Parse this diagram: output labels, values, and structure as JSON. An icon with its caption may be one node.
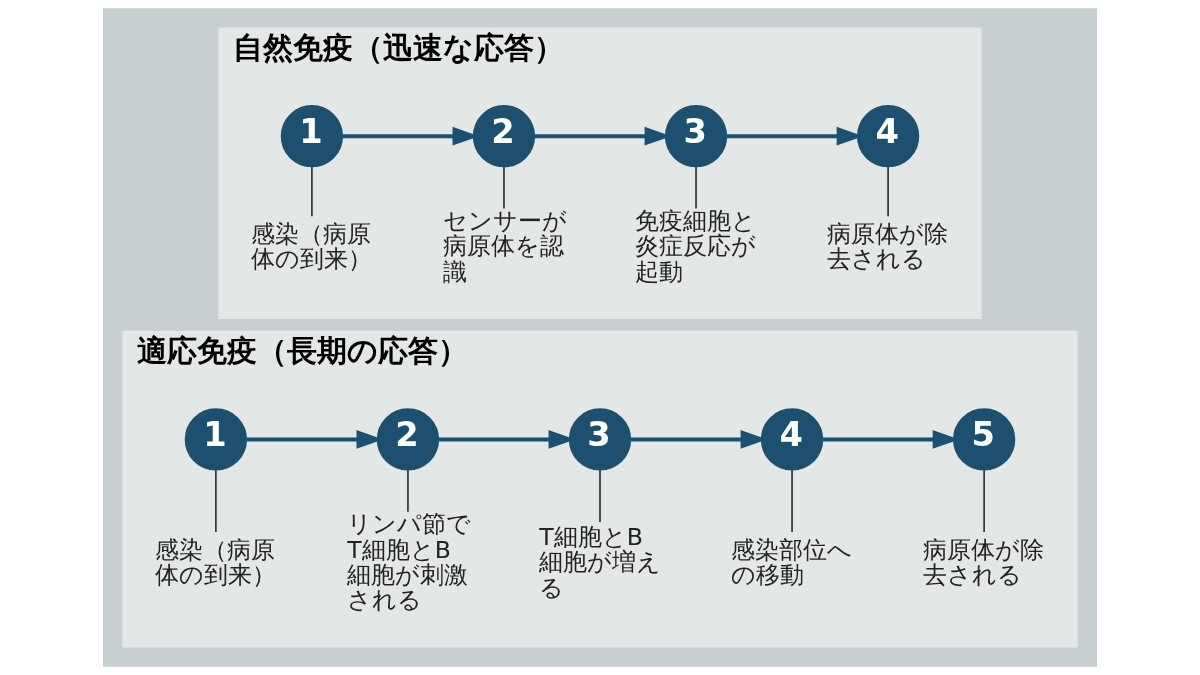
{
  "diagram": {
    "nodes": [
      {
        "text": [
          "自然免疫（迅速な応答）"
        ]
      },
      {
        "text": [
          "1"
        ],
        "in": 0
      },
      {
        "text": [
          "感染（病原体の到来）"
        ],
        "in": 0
      },
      {
        "text": [
          "2"
        ],
        "in": 0
      },
      {
        "text": [
          "センサーが病原体を認識"
        ],
        "in": 0
      },
      {
        "text": [
          "3"
        ],
        "in": 0
      },
      {
        "text": [
          "免疫細胞と炎症反応が起動"
        ],
        "in": 0
      },
      {
        "text": [
          "4"
        ],
        "in": 0
      },
      {
        "text": [
          "病原体が除去される"
        ],
        "in": 0
      },
      {
        "text": [
          "適応免疫（長期の応答）"
        ]
      },
      {
        "text": [
          "1"
        ],
        "in": 9
      },
      {
        "text": [
          "感染（病原体の到来）"
        ],
        "in": 9
      },
      {
        "text": [
          "2"
        ],
        "in": 9
      },
      {
        "text": [
          "リンパ節でT細胞とB細胞が刺激される"
        ],
        "in": 9
      },
      {
        "text": [
          "3"
        ],
        "in": 9
      },
      {
        "text": [
          "T細胞とB細胞が増える"
        ],
        "in": 9
      },
      {
        "text": [
          "4"
        ],
        "in": 9
      },
      {
        "text": [
          "感染部位への移動"
        ],
        "in": 9
      },
      {
        "text": [
          "5"
        ],
        "in": 9
      },
      {
        "text": [
          "病原体が除去される"
        ],
        "in": 9
      }
    ],
    "edges": [
      {
        "from": 1,
        "to": 3,
        "arrow": "to",
        "style": "thick",
        "color": "#1d5070"
      },
      {
        "from": 3,
        "to": 5,
        "arrow": "to",
        "style": "thick",
        "color": "#1d5070"
      },
      {
        "from": 5,
        "to": 7,
        "arrow": "to",
        "style": "thick",
        "color": "#1d5070"
      },
      {
        "from": 1,
        "to": 2,
        "arrow": "none"
      },
      {
        "from": 3,
        "to": 4,
        "arrow": "none"
      },
      {
        "from": 5,
        "to": 6,
        "arrow": "none"
      },
      {
        "from": 7,
        "to": 8,
        "arrow": "none"
      },
      {
        "from": 10,
        "to": 12,
        "arrow": "to",
        "style": "thick",
        "color": "#1d5070"
      },
      {
        "from": 12,
        "to": 14,
        "arrow": "to",
        "style": "thick",
        "color": "#1d5070"
      },
      {
        "from": 14,
        "to": 16,
        "arrow": "to",
        "style": "thick",
        "color": "#1d5070"
      },
      {
        "from": 16,
        "to": 18,
        "arrow": "to",
        "style": "thick",
        "color": "#1d5070"
      },
      {
        "from": 10,
        "to": 11,
        "arrow": "none"
      },
      {
        "from": 12,
        "to": 13,
        "arrow": "none"
      },
      {
        "from": 14,
        "to": 15,
        "arrow": "none"
      },
      {
        "from": 16,
        "to": 17,
        "arrow": "none"
      },
      {
        "from": 18,
        "to": 19,
        "arrow": "none"
      }
    ]
  }
}
